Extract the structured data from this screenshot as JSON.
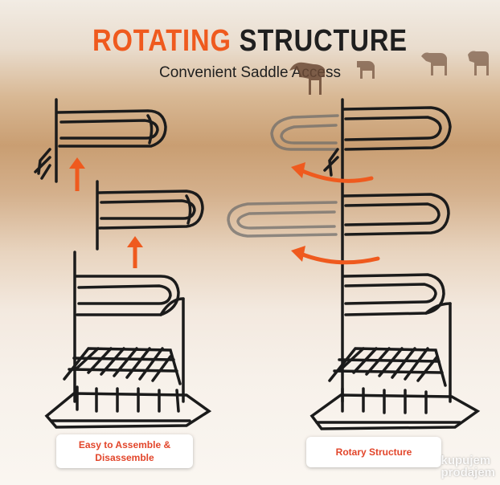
{
  "heading": {
    "accent_word": "ROTATING",
    "main_word": "STRUCTURE",
    "subtitle": "Convenient Saddle Access"
  },
  "labels": {
    "left": "Easy to Assemble & Disassemble",
    "right": "Rotary Structure"
  },
  "watermark": {
    "line1": "kupujem",
    "line2": "prodajem"
  },
  "colors": {
    "accent": "#ef5a1e",
    "label_text": "#e2452a",
    "rack": "#1b1b1b"
  },
  "icons": [
    "up-arrow-icon",
    "up-arrow-icon",
    "curved-rotate-arrow-icon",
    "curved-rotate-arrow-icon"
  ]
}
